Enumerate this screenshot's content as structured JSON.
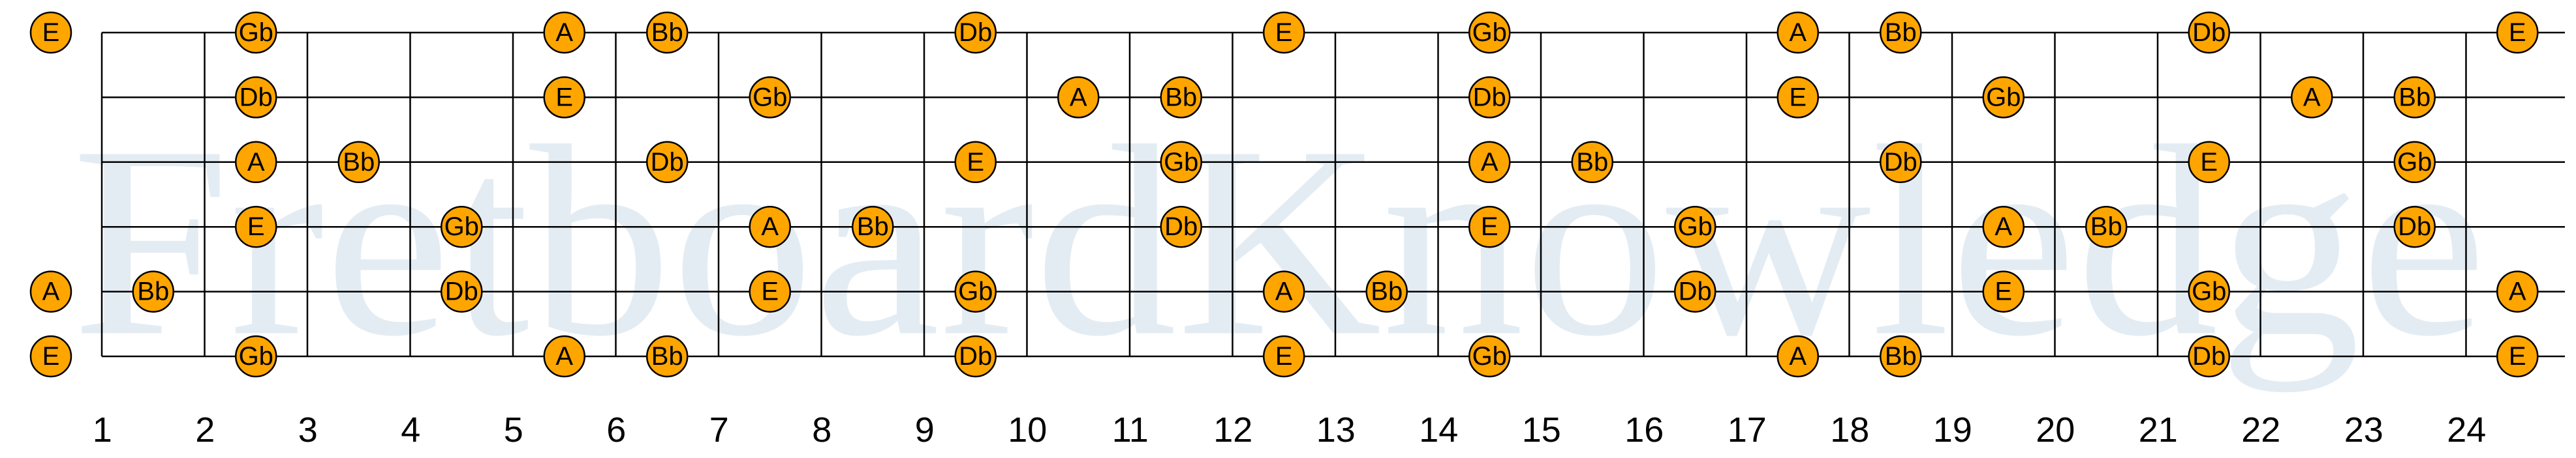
{
  "watermark": "FretboardKnowledge",
  "colors": {
    "note_fill": "#ffa500",
    "note_stroke": "#000000",
    "line": "#000000",
    "watermark": "#dbe6f0",
    "background": "#ffffff"
  },
  "fretboard": {
    "string_count": 6,
    "fret_count": 24,
    "fret_numbers": [
      "1",
      "2",
      "3",
      "4",
      "5",
      "6",
      "7",
      "8",
      "9",
      "10",
      "11",
      "12",
      "13",
      "14",
      "15",
      "16",
      "17",
      "18",
      "19",
      "20",
      "21",
      "22",
      "23",
      "24"
    ],
    "notes": [
      {
        "string": 1,
        "fret": 0,
        "note": "E"
      },
      {
        "string": 1,
        "fret": 2,
        "note": "Gb"
      },
      {
        "string": 1,
        "fret": 5,
        "note": "A"
      },
      {
        "string": 1,
        "fret": 6,
        "note": "Bb"
      },
      {
        "string": 1,
        "fret": 9,
        "note": "Db"
      },
      {
        "string": 1,
        "fret": 12,
        "note": "E"
      },
      {
        "string": 1,
        "fret": 14,
        "note": "Gb"
      },
      {
        "string": 1,
        "fret": 17,
        "note": "A"
      },
      {
        "string": 1,
        "fret": 18,
        "note": "Bb"
      },
      {
        "string": 1,
        "fret": 21,
        "note": "Db"
      },
      {
        "string": 1,
        "fret": 24,
        "note": "E"
      },
      {
        "string": 2,
        "fret": 2,
        "note": "Db"
      },
      {
        "string": 2,
        "fret": 5,
        "note": "E"
      },
      {
        "string": 2,
        "fret": 7,
        "note": "Gb"
      },
      {
        "string": 2,
        "fret": 10,
        "note": "A"
      },
      {
        "string": 2,
        "fret": 11,
        "note": "Bb"
      },
      {
        "string": 2,
        "fret": 14,
        "note": "Db"
      },
      {
        "string": 2,
        "fret": 17,
        "note": "E"
      },
      {
        "string": 2,
        "fret": 19,
        "note": "Gb"
      },
      {
        "string": 2,
        "fret": 22,
        "note": "A"
      },
      {
        "string": 2,
        "fret": 23,
        "note": "Bb"
      },
      {
        "string": 3,
        "fret": 2,
        "note": "A"
      },
      {
        "string": 3,
        "fret": 3,
        "note": "Bb"
      },
      {
        "string": 3,
        "fret": 6,
        "note": "Db"
      },
      {
        "string": 3,
        "fret": 9,
        "note": "E"
      },
      {
        "string": 3,
        "fret": 11,
        "note": "Gb"
      },
      {
        "string": 3,
        "fret": 14,
        "note": "A"
      },
      {
        "string": 3,
        "fret": 15,
        "note": "Bb"
      },
      {
        "string": 3,
        "fret": 18,
        "note": "Db"
      },
      {
        "string": 3,
        "fret": 21,
        "note": "E"
      },
      {
        "string": 3,
        "fret": 23,
        "note": "Gb"
      },
      {
        "string": 4,
        "fret": 2,
        "note": "E"
      },
      {
        "string": 4,
        "fret": 4,
        "note": "Gb"
      },
      {
        "string": 4,
        "fret": 7,
        "note": "A"
      },
      {
        "string": 4,
        "fret": 8,
        "note": "Bb"
      },
      {
        "string": 4,
        "fret": 11,
        "note": "Db"
      },
      {
        "string": 4,
        "fret": 14,
        "note": "E"
      },
      {
        "string": 4,
        "fret": 16,
        "note": "Gb"
      },
      {
        "string": 4,
        "fret": 19,
        "note": "A"
      },
      {
        "string": 4,
        "fret": 20,
        "note": "Bb"
      },
      {
        "string": 4,
        "fret": 23,
        "note": "Db"
      },
      {
        "string": 5,
        "fret": 0,
        "note": "A"
      },
      {
        "string": 5,
        "fret": 1,
        "note": "Bb"
      },
      {
        "string": 5,
        "fret": 4,
        "note": "Db"
      },
      {
        "string": 5,
        "fret": 7,
        "note": "E"
      },
      {
        "string": 5,
        "fret": 9,
        "note": "Gb"
      },
      {
        "string": 5,
        "fret": 12,
        "note": "A"
      },
      {
        "string": 5,
        "fret": 13,
        "note": "Bb"
      },
      {
        "string": 5,
        "fret": 16,
        "note": "Db"
      },
      {
        "string": 5,
        "fret": 19,
        "note": "E"
      },
      {
        "string": 5,
        "fret": 21,
        "note": "Gb"
      },
      {
        "string": 5,
        "fret": 24,
        "note": "A"
      },
      {
        "string": 6,
        "fret": 0,
        "note": "E"
      },
      {
        "string": 6,
        "fret": 2,
        "note": "Gb"
      },
      {
        "string": 6,
        "fret": 5,
        "note": "A"
      },
      {
        "string": 6,
        "fret": 6,
        "note": "Bb"
      },
      {
        "string": 6,
        "fret": 9,
        "note": "Db"
      },
      {
        "string": 6,
        "fret": 12,
        "note": "E"
      },
      {
        "string": 6,
        "fret": 14,
        "note": "Gb"
      },
      {
        "string": 6,
        "fret": 17,
        "note": "A"
      },
      {
        "string": 6,
        "fret": 18,
        "note": "Bb"
      },
      {
        "string": 6,
        "fret": 21,
        "note": "Db"
      },
      {
        "string": 6,
        "fret": 24,
        "note": "E"
      }
    ]
  }
}
